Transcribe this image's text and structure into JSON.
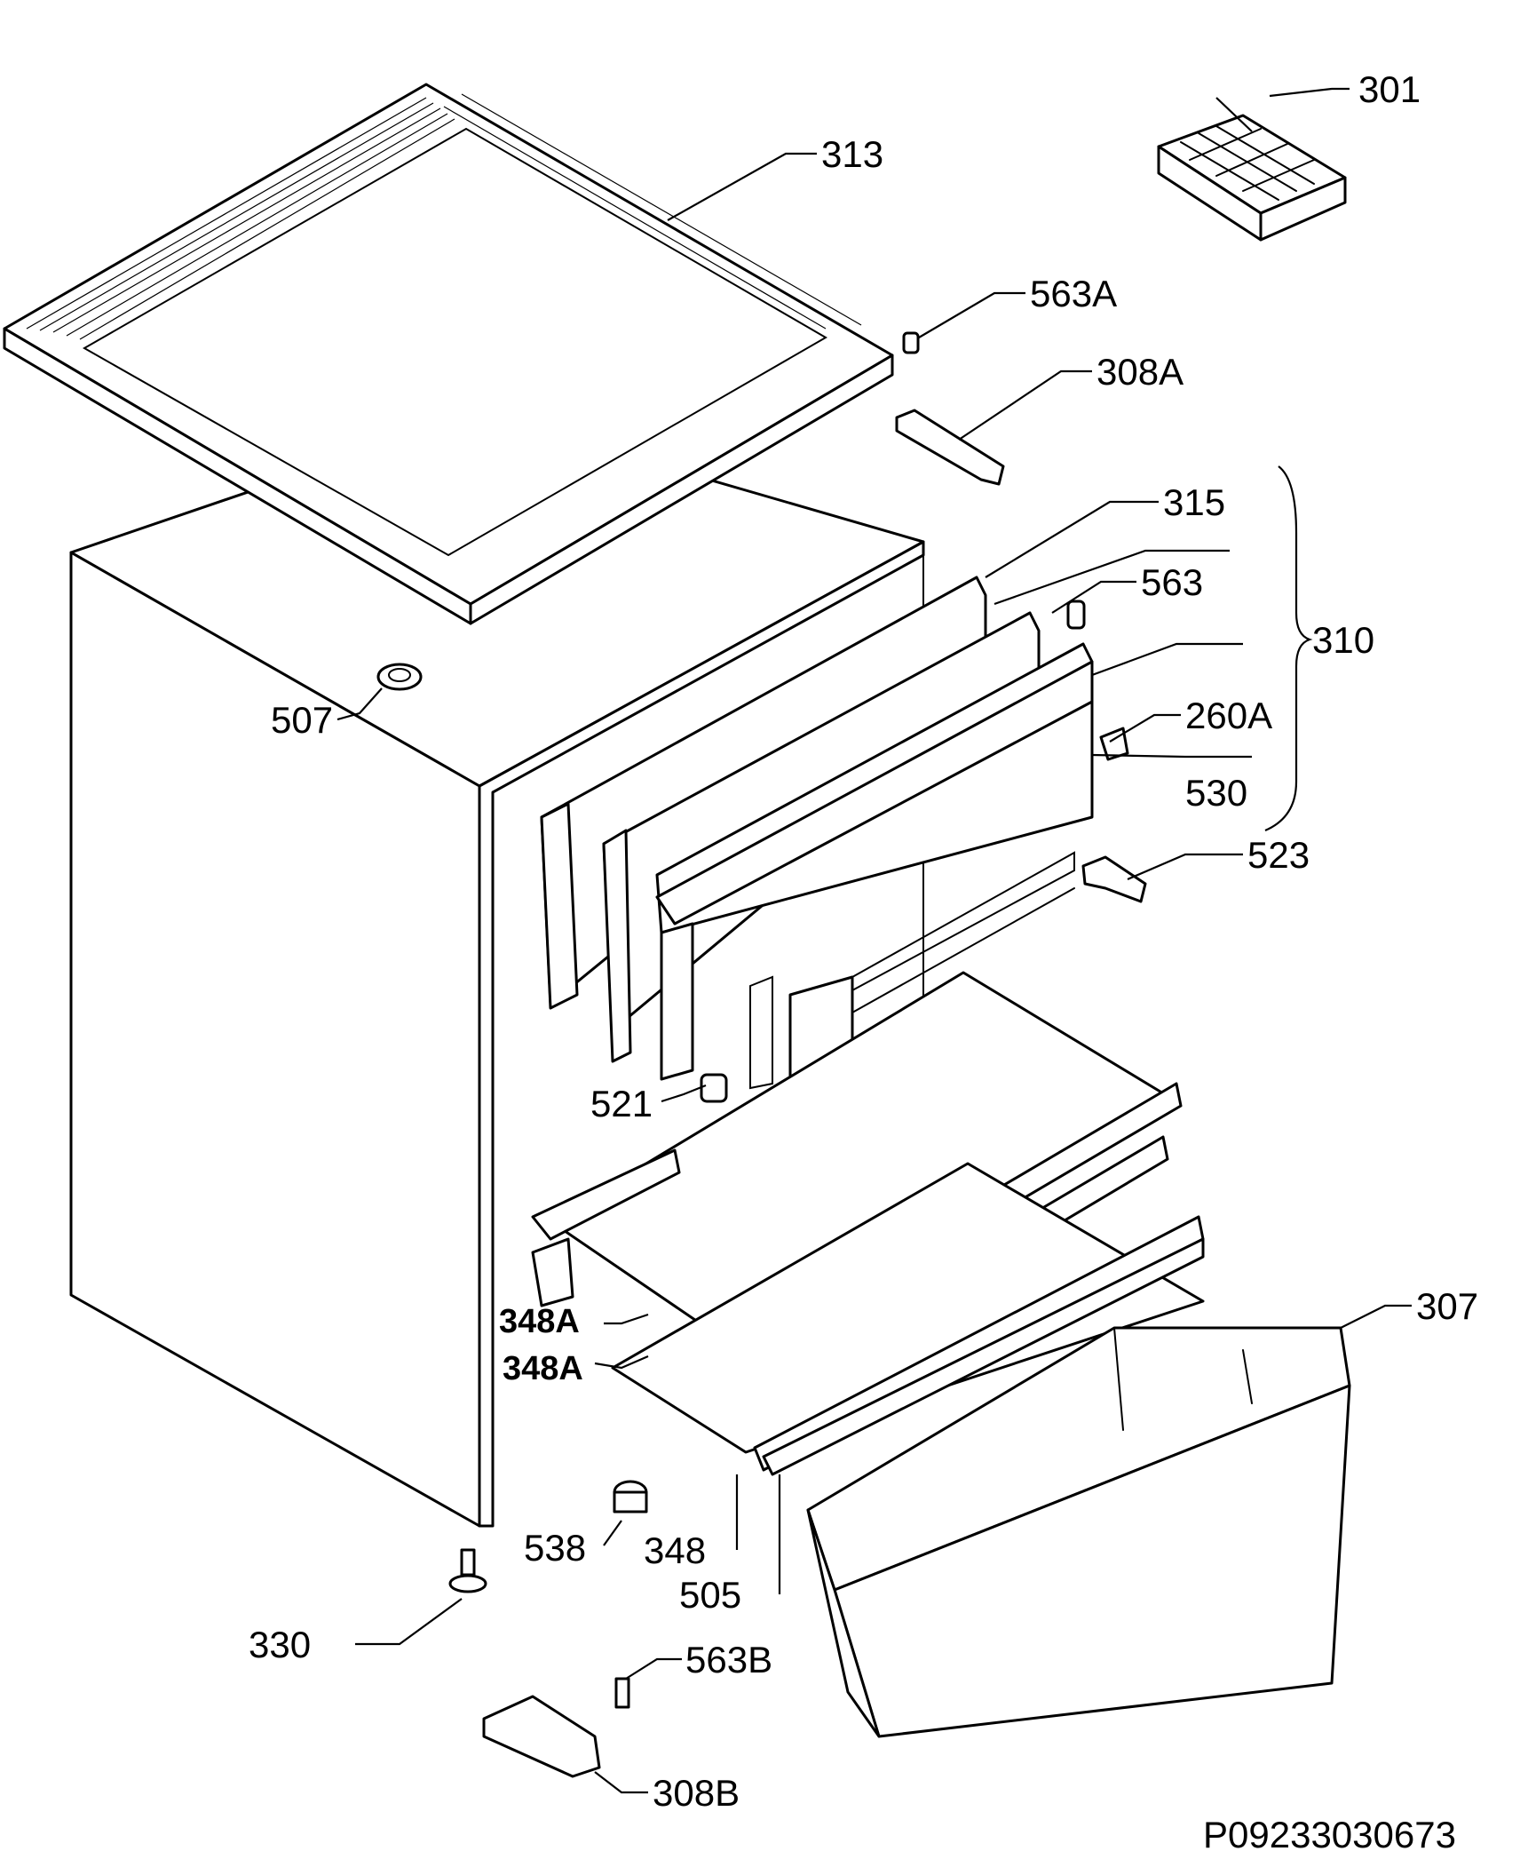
{
  "document_number": "P09233030673",
  "labels": {
    "l301": "301",
    "l313": "313",
    "l563A": "563A",
    "l308A": "308A",
    "l315": "315",
    "l563": "563",
    "l310": "310",
    "l507": "507",
    "l260A": "260A",
    "l530": "530",
    "l523": "523",
    "l521": "521",
    "l348A_1": "348A",
    "l348A_2": "348A",
    "l307": "307",
    "l538": "538",
    "l348": "348",
    "l505": "505",
    "l330": "330",
    "l563B": "563B",
    "l308B": "308B"
  }
}
